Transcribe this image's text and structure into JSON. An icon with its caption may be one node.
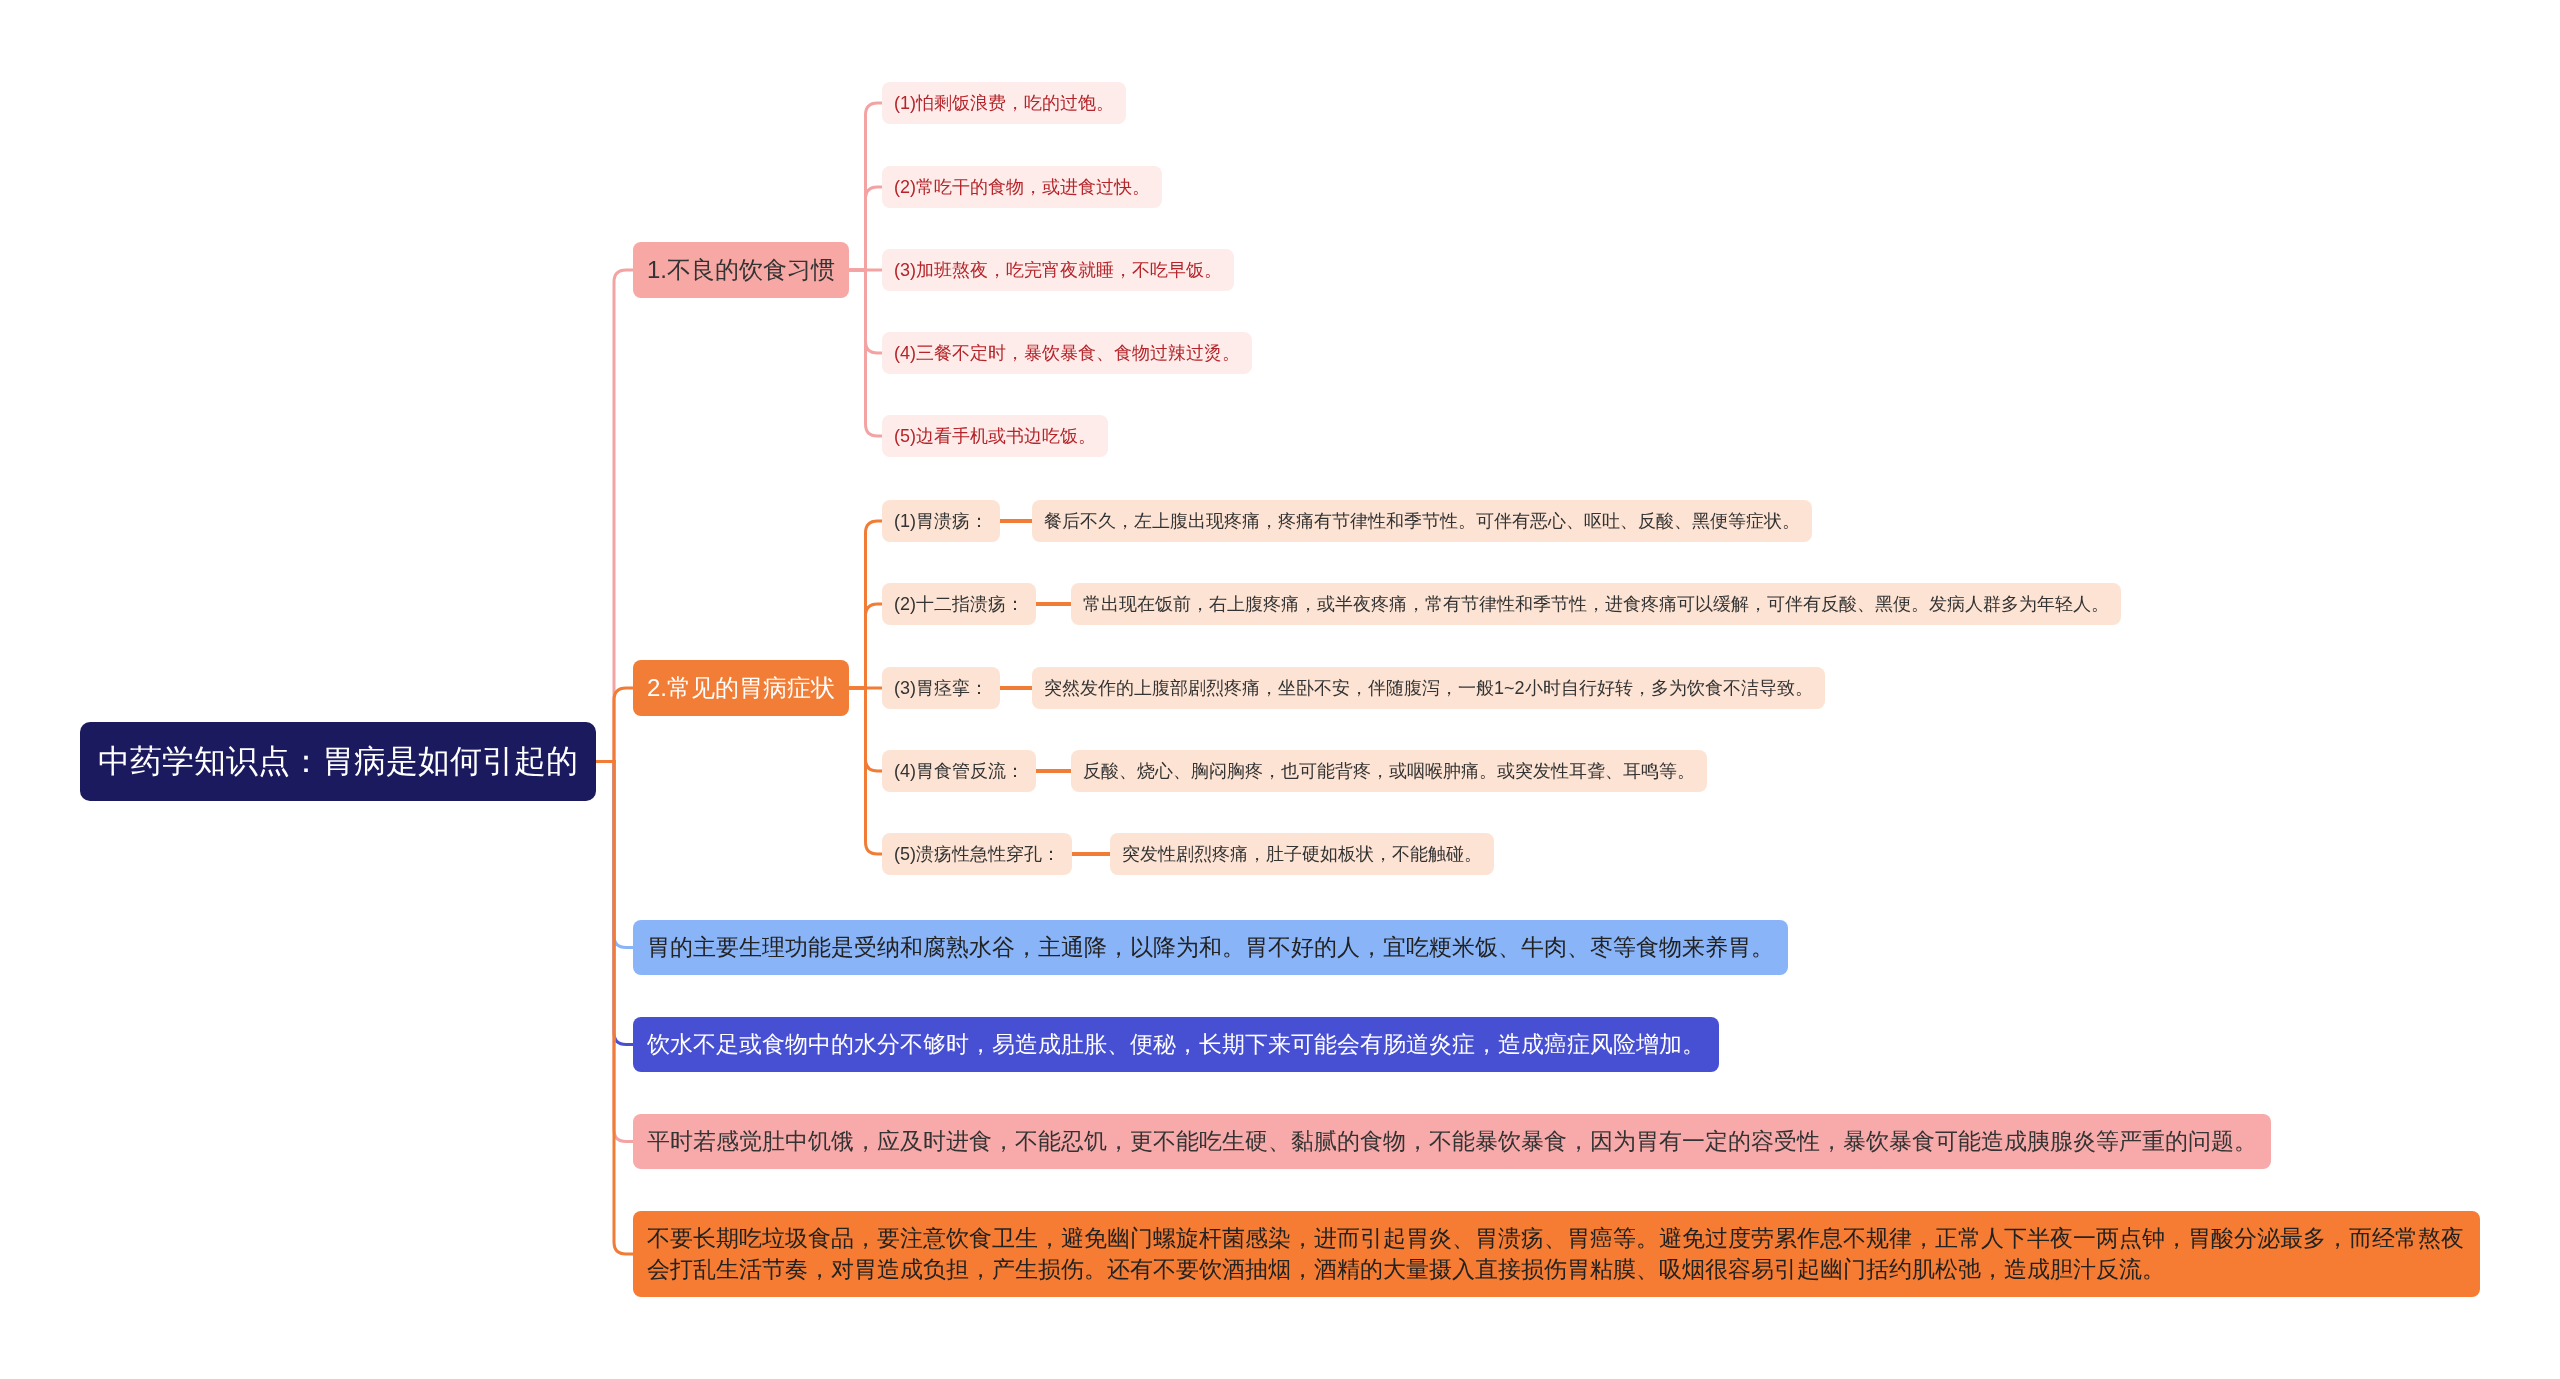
{
  "diagram": {
    "nodes": [
      {
        "text": [
          "中药学知识点：胃病是如何引起的"
        ]
      },
      {
        "text": [
          "1.不良的饮食习惯"
        ]
      },
      {
        "text": [
          "(1)怕剩饭浪费，吃的过饱。"
        ]
      },
      {
        "text": [
          "(2)常吃干的食物，或进食过快。"
        ]
      },
      {
        "text": [
          "(3)加班熬夜，吃完宵夜就睡，不吃早饭。"
        ]
      },
      {
        "text": [
          "(4)三餐不定时，暴饮暴食、食物过辣过烫。"
        ]
      },
      {
        "text": [
          "(5)边看手机或书边吃饭。"
        ]
      },
      {
        "text": [
          "2.常见的胃病症状"
        ]
      },
      {
        "text": [
          "(1)胃溃疡："
        ]
      },
      {
        "text": [
          "餐后不久，左上腹出现疼痛，疼痛有节律性和季节性。可伴有恶心、呕吐、反酸、黑便等症状。"
        ]
      },
      {
        "text": [
          "(2)十二指溃疡："
        ]
      },
      {
        "text": [
          "常出现在饭前，右上腹疼痛，或半夜疼痛，常有节律性和季节性，进食疼痛可以缓解，可伴有反酸、黑便。发病人群多为年轻人。"
        ]
      },
      {
        "text": [
          "(3)胃痉挛："
        ]
      },
      {
        "text": [
          "突然发作的上腹部剧烈疼痛，坐卧不安，伴随腹泻，一般1~2小时自行好转，多为饮食不洁导致。"
        ]
      },
      {
        "text": [
          "(4)胃食管反流："
        ]
      },
      {
        "text": [
          "反酸、烧心、胸闷胸疼，也可能背疼，或咽喉肿痛。或突发性耳聋、耳鸣等。"
        ]
      },
      {
        "text": [
          "(5)溃疡性急性穿孔："
        ]
      },
      {
        "text": [
          "突发性剧烈疼痛，肚子硬如板状，不能触碰。"
        ]
      },
      {
        "text": [
          "胃的主要生理功能是受纳和腐熟水谷，主通降，以降为和。胃不好的人，宜吃粳米饭、牛肉、枣等食物来养胃。"
        ]
      },
      {
        "text": [
          "饮水不足或食物中的水分不够时，易造成肚胀、便秘，长期下来可能会有肠道炎症，造成癌症风险增加。"
        ]
      },
      {
        "text": [
          "平时若感觉肚中饥饿，应及时进食，不能忍饥，更不能吃生硬、黏腻的食物，不能暴饮暴食，因为胃有一定的容受性，暴饮暴食可能造成胰腺炎等严重的问题。"
        ]
      },
      {
        "text": [
          "不要长期吃垃圾食品，要注意饮食卫生，避免幽门螺旋杆菌感染，进而引起胃炎、胃溃疡、胃癌等。避免过度劳累作息不规律，正常人下半夜一两点钟，胃酸分泌最多，而经常熬夜会打乱生活节奏，对胃造成负担，产生损伤。还有不要饮酒抽烟，酒精的大量摄入直接损伤胃粘膜、吸烟很容易引起幽门括约肌松弛，造成胆汁反流。"
        ]
      }
    ],
    "edges": [
      {
        "from": 0,
        "to": 1,
        "arrow": "none",
        "color": "#f4a3a3"
      },
      {
        "from": 1,
        "to": 2,
        "arrow": "none",
        "color": "#f4a3a3"
      },
      {
        "from": 1,
        "to": 3,
        "arrow": "none",
        "color": "#f4a3a3"
      },
      {
        "from": 1,
        "to": 4,
        "arrow": "none",
        "color": "#f4a3a3"
      },
      {
        "from": 1,
        "to": 5,
        "arrow": "none",
        "color": "#f4a3a3"
      },
      {
        "from": 1,
        "to": 6,
        "arrow": "none",
        "color": "#f4a3a3"
      },
      {
        "from": 0,
        "to": 7,
        "arrow": "none"
      },
      {
        "from": 7,
        "to": 8,
        "arrow": "none"
      },
      {
        "from": 7,
        "to": 10,
        "arrow": "none"
      },
      {
        "from": 7,
        "to": 12,
        "arrow": "none"
      },
      {
        "from": 7,
        "to": 14,
        "arrow": "none"
      },
      {
        "from": 7,
        "to": 16,
        "arrow": "none"
      },
      {
        "from": 8,
        "to": 9,
        "arrow": "none"
      },
      {
        "from": 10,
        "to": 11,
        "arrow": "none"
      },
      {
        "from": 12,
        "to": 13,
        "arrow": "none"
      },
      {
        "from": 14,
        "to": 15,
        "arrow": "none"
      },
      {
        "from": 16,
        "to": 17,
        "arrow": "none"
      },
      {
        "from": 0,
        "to": 18,
        "arrow": "none",
        "color": "#8ab4f8"
      },
      {
        "from": 0,
        "to": 19,
        "arrow": "none",
        "color": "#4a4fd0"
      },
      {
        "from": 0,
        "to": 20,
        "arrow": "none",
        "color": "#f4a3a3"
      },
      {
        "from": 0,
        "to": 21,
        "arrow": "none"
      }
    ]
  }
}
